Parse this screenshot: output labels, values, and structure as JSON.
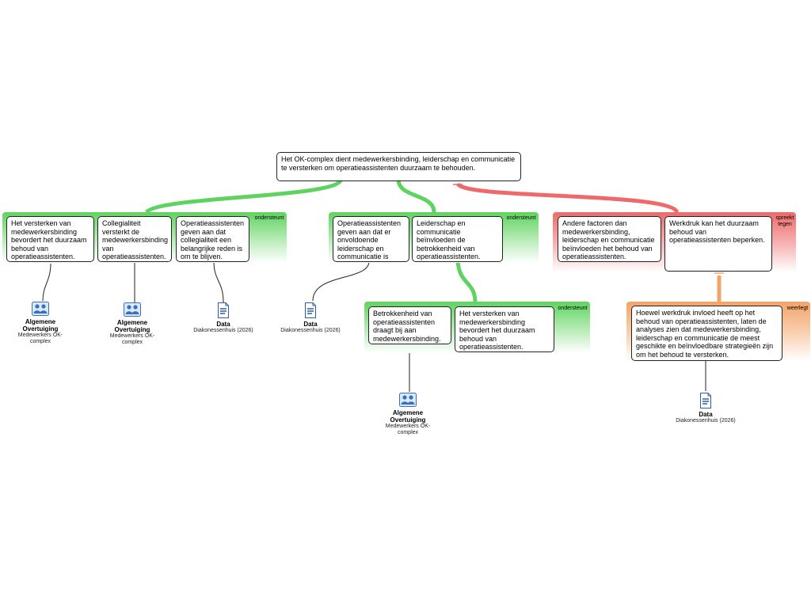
{
  "root": {
    "text": "Het OK-complex dient medewerkersbinding, leiderschap en communicatie te versterken om operatieassistenten duurzaam te behouden."
  },
  "groups": [
    {
      "relation": "ondersteunt",
      "premises": [
        "Het versterken van medewerkersbinding bevordert het duurzaam behoud van operatieassistenten.",
        "Collegialiteit versterkt de medewerkersbinding van operatieassistenten.",
        "Operatieassistenten geven aan dat collegialiteit een belangrijke reden is om te blijven."
      ]
    },
    {
      "relation": "ondersteunt",
      "premises": [
        "Operatieassistenten geven aan dat er onvoldoende leiderschap en communicatie is",
        "Leiderschap en communicatie beïnvloeden de betrokkenheid van operatieassistenten."
      ]
    },
    {
      "relation": "spreekt tegen",
      "premises": [
        "Andere factoren dan medewerkersbinding, leiderschap en communicatie beïnvloeden het behoud van operatieassistenten.",
        "Werkdruk kan het duurzaam behoud van operatieassistenten beperken."
      ]
    },
    {
      "relation": "ondersteunt",
      "premises": [
        "Betrokkenheid van operatieassistenten draagt bij aan medewerkersbinding.",
        "Het versterken van medewerkersbinding bevordert het duurzaam behoud van operatieassistenten."
      ]
    },
    {
      "relation": "weerlegt",
      "premises": [
        "Hoewel werkdruk invloed heeft op het behoud van operatieassistenten, laten de analyses zien dat medewerkersbinding, leiderschap en communicatie de meest geschikte en beïnvloedbare strategieën zijn om het behoud te versterken."
      ]
    }
  ],
  "sources": [
    {
      "title": "Algemene Overtuiging",
      "sub": "Medewerkers OK-complex",
      "icon": "people-icon"
    },
    {
      "title": "Algemene Overtuiging",
      "sub": "Medewerkers OK-complex",
      "icon": "people-icon"
    },
    {
      "title": "Data",
      "sub": "Diakonessenhuis (2026)",
      "icon": "document-icon"
    },
    {
      "title": "Data",
      "sub": "Diakonessenhuis (2026)",
      "icon": "document-icon"
    },
    {
      "title": "Algemene Overtuiging",
      "sub": "Medewerkers OK-complex",
      "icon": "people-icon"
    },
    {
      "title": "Data",
      "sub": "Diakonessenhuis (2026)",
      "icon": "document-icon"
    }
  ],
  "colors": {
    "support": "#5fd35f",
    "oppose": "#ee6a6a",
    "rebut": "#f3a367"
  }
}
